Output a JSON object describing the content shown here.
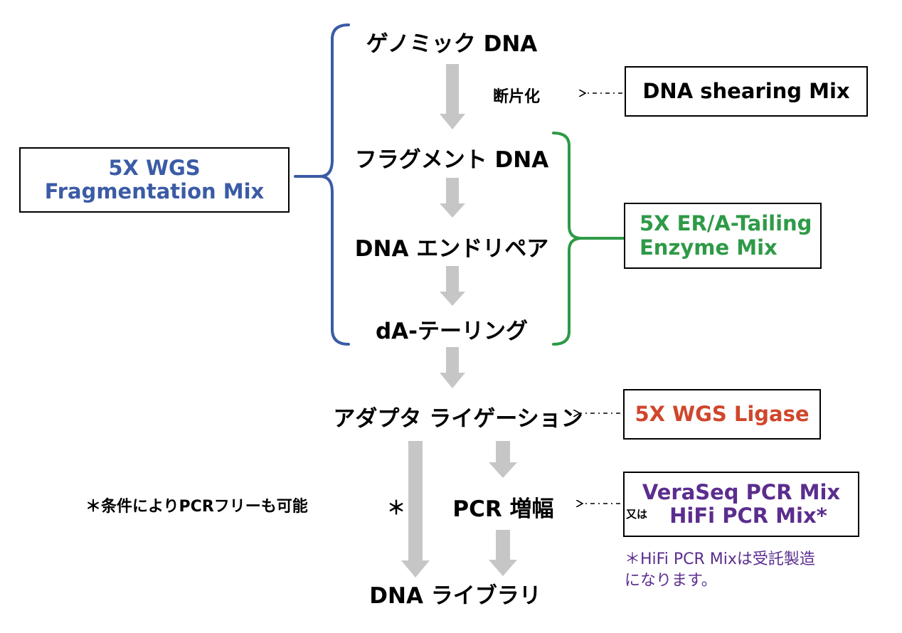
{
  "colors": {
    "blue": "#3b5ba5",
    "green": "#2e9a47",
    "red": "#d0462c",
    "purple": "#5b2d8e",
    "arrow": "#c6c6c6",
    "text": "#000000"
  },
  "steps": {
    "genomic": "ゲノミック DNA",
    "fragment": "フラグメント DNA",
    "endrepair": "DNA エンドリペア",
    "datailing": "dA-テーリング",
    "ligation": "アダプタ ライゲーション",
    "pcr": "PCR 増幅",
    "library": "DNA ライブラリ"
  },
  "labels": {
    "shearing": "断片化",
    "asterisk": "＊",
    "pcr_free_note": "＊条件によりPCRフリーも可能",
    "or": "又は"
  },
  "boxes": {
    "fragmentation": {
      "line1": "5X WGS",
      "line2": "Fragmentation Mix"
    },
    "shearing": {
      "line1": "DNA shearing Mix"
    },
    "er_tailing": {
      "line1": "5X ER/A-Tailing",
      "line2": "Enzyme Mix"
    },
    "ligase": {
      "line1": "5X WGS Ligase"
    },
    "pcr_mix": {
      "line1": "VeraSeq PCR Mix",
      "line2": "HiFi PCR Mix*"
    }
  },
  "footnote": {
    "line1": "＊HiFi PCR Mixは受託製造",
    "line2": "になります。"
  },
  "icons": {
    "flow": "down-arrow-icon",
    "supply": "dash-dot-left-arrow-icon"
  }
}
